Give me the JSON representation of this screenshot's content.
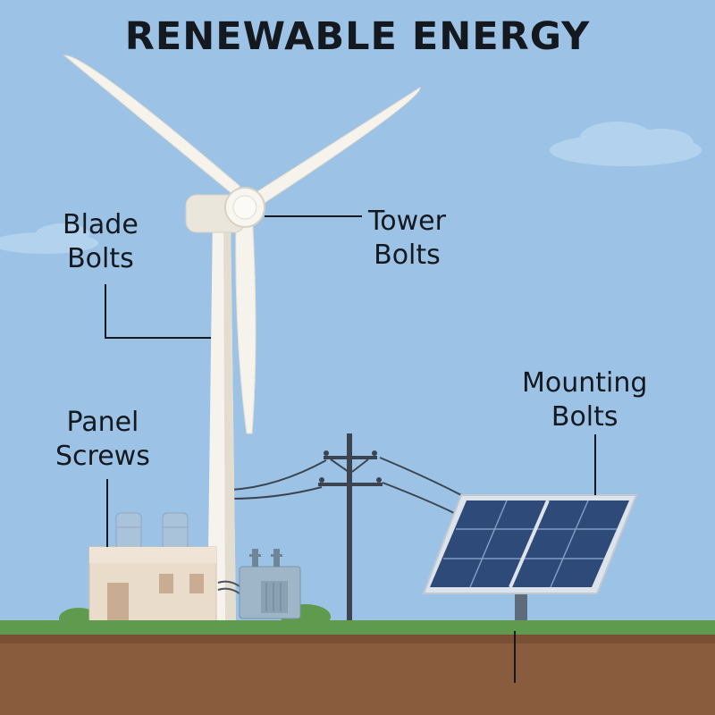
{
  "title": "RENEWABLE ENERGY",
  "labels": {
    "blade_bolts": [
      "Blade",
      "Bolts"
    ],
    "tower_bolts": [
      "Tower",
      "Bolts"
    ],
    "panel_screws": [
      "Panel",
      "Screws"
    ],
    "mounting_bolts": [
      "Mounting",
      "Bolts"
    ]
  },
  "colors": {
    "sky": "#9cc3e6",
    "cloud": "#b3d2ee",
    "turbine": "#f6f3ec",
    "turbine_shade": "#e3ddd0",
    "grass": "#5f9a4f",
    "soil": "#8a5c3e",
    "soil_dark": "#7a4f34",
    "building": "#e9dccb",
    "panel_cell": "#2e4a78",
    "panel_frame": "#dde3ea",
    "pole": "#3c4450",
    "text": "#14181f"
  }
}
